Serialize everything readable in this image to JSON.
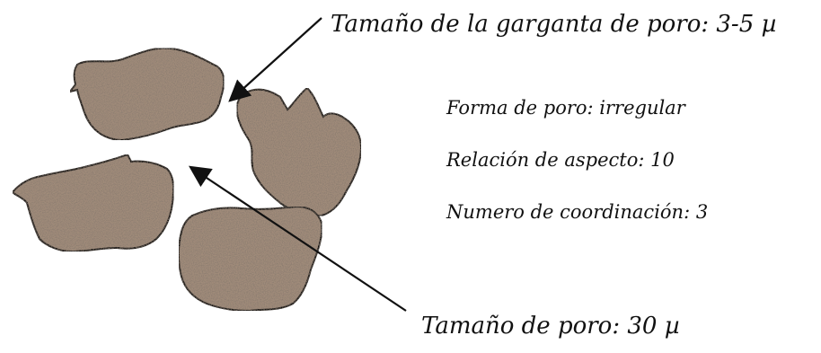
{
  "labels": {
    "throat_size": "Tamaño de la garganta de poro: 3-5 µ",
    "pore_size": "Tamaño de poro: 30 µ"
  },
  "properties": [
    "Forma de poro: irregular",
    "Relación de aspecto: 10",
    "Numero de coordinación: 3"
  ],
  "colors": {
    "grain_fill": "#a18c7a",
    "grain_outline": "#111111",
    "arrow": "#111111",
    "text": "#111111"
  }
}
